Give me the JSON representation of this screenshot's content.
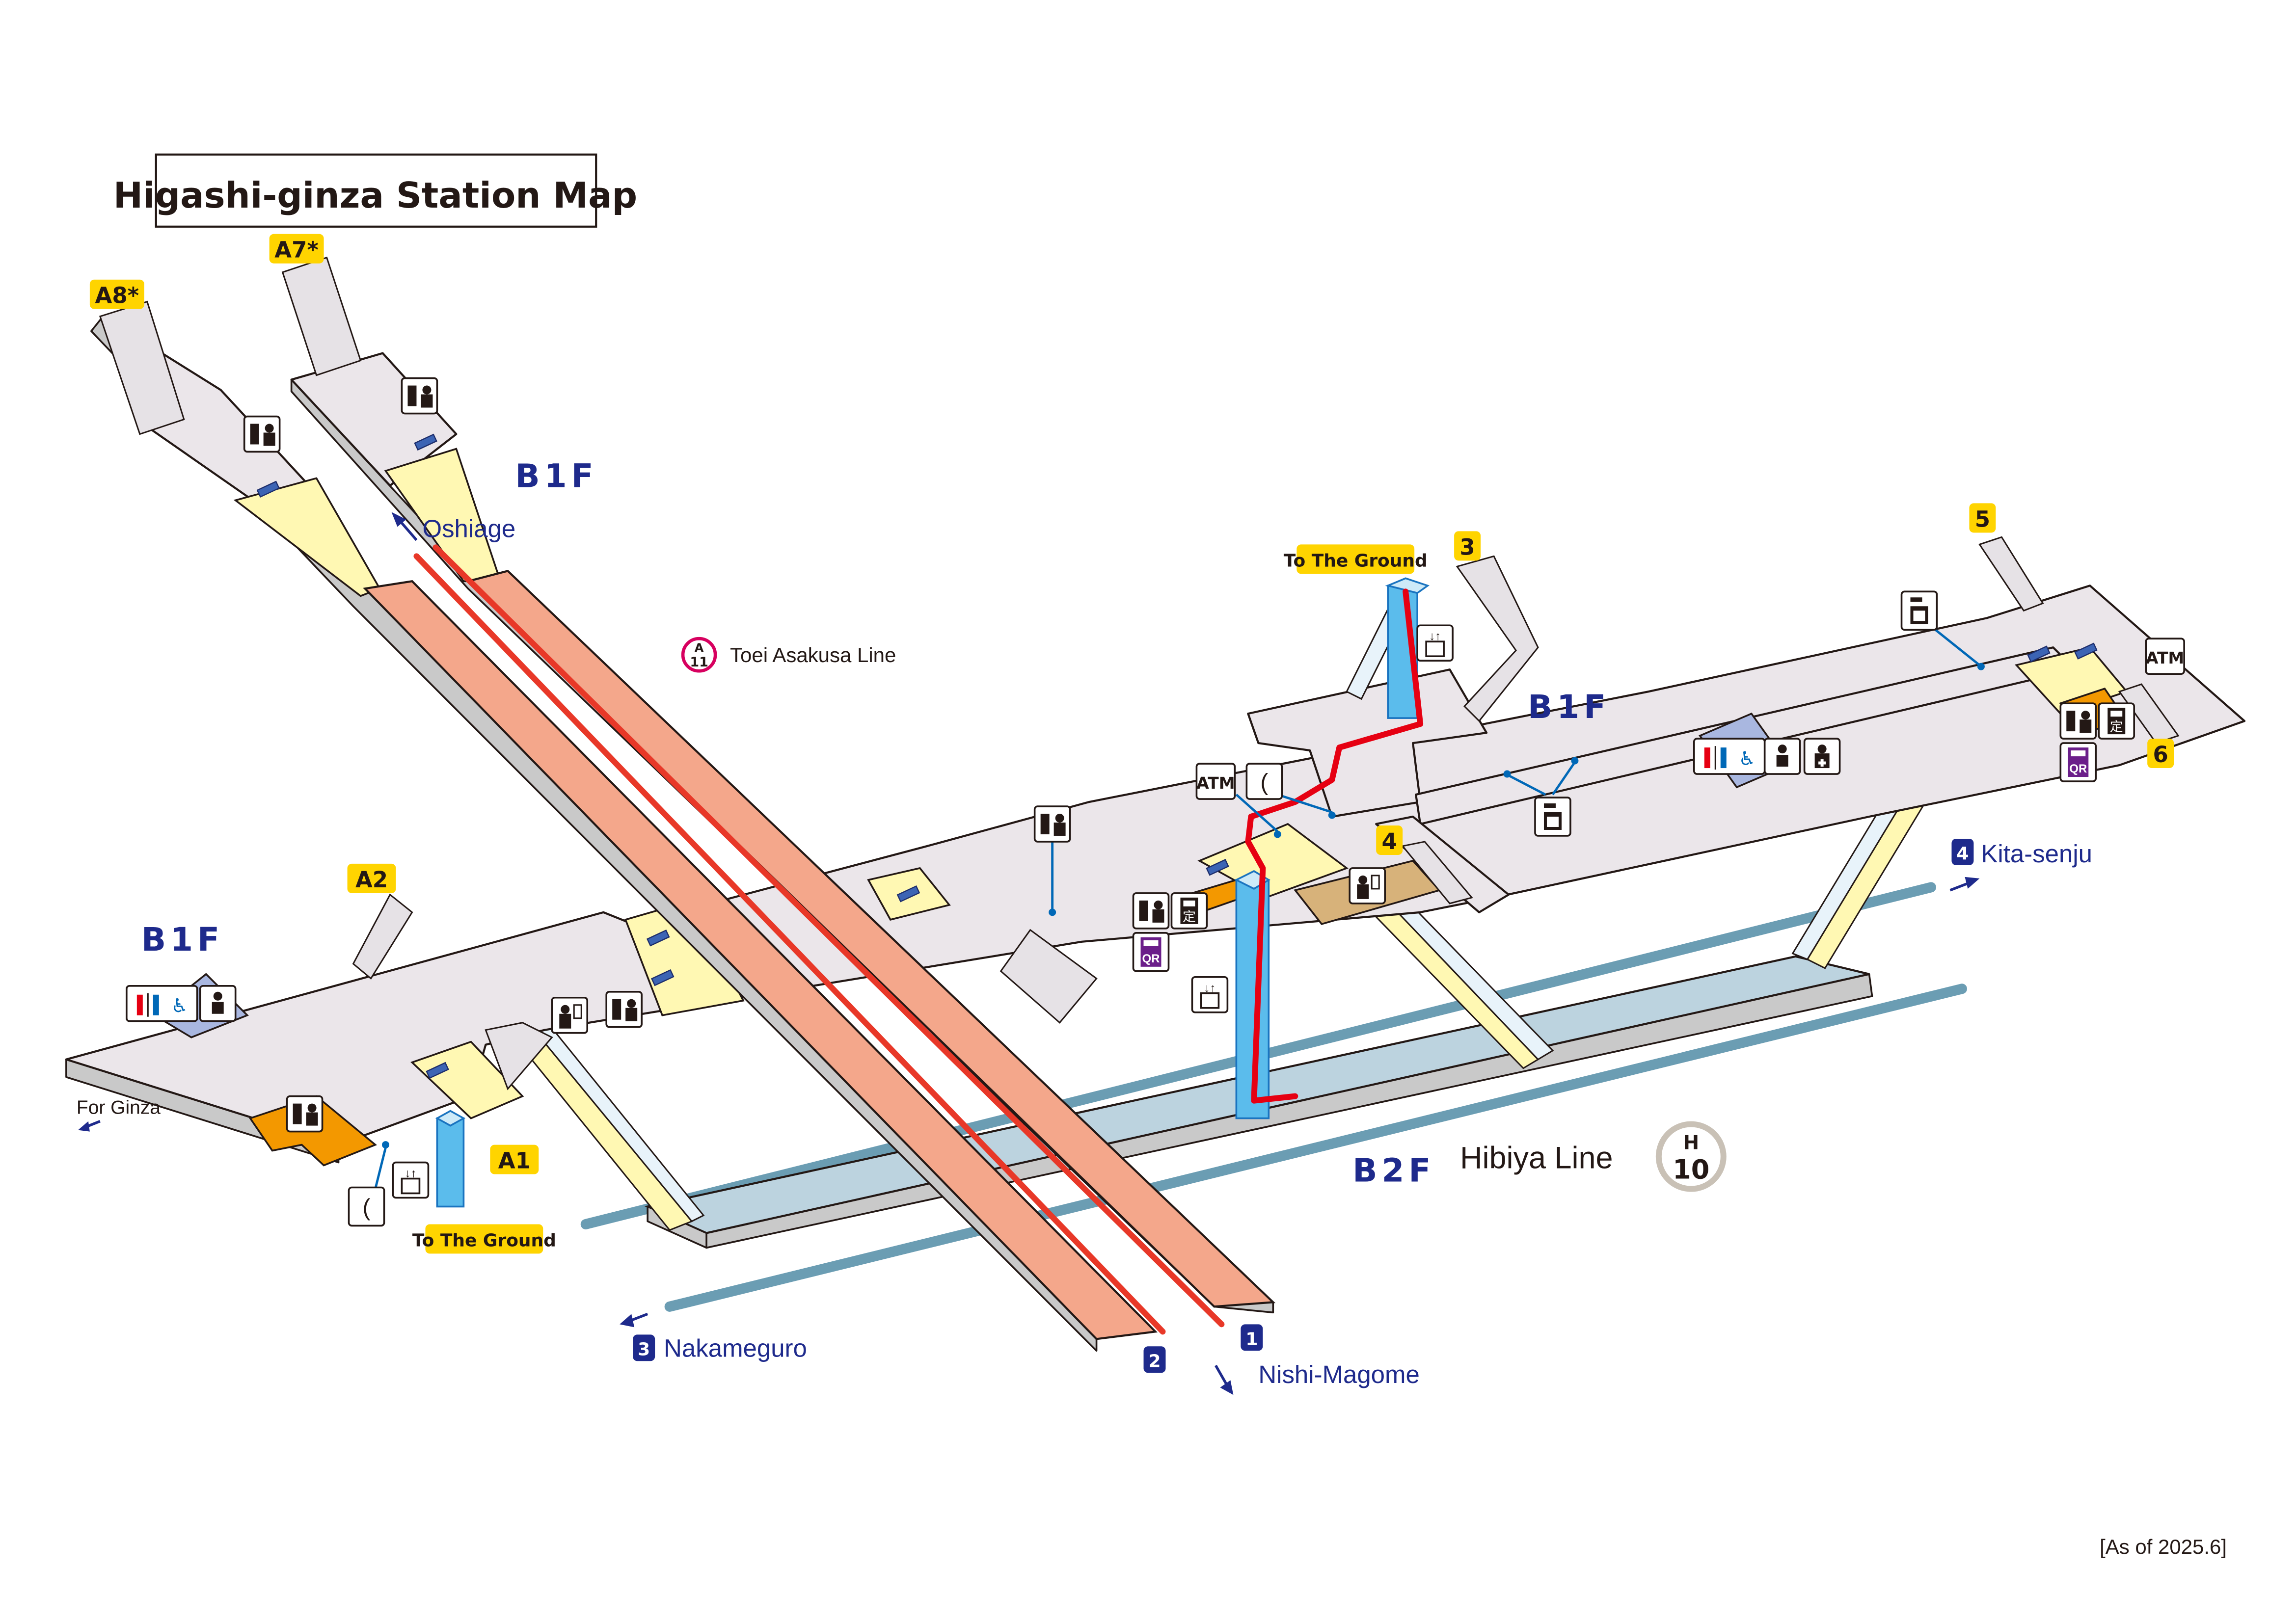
{
  "title": "Higashi-ginza Station Map",
  "as_of": "[As of 2025.6]",
  "floors": {
    "b1f_top": "B1F",
    "b1f_left": "B1F",
    "b1f_right": "B1F",
    "b2f": "B2F"
  },
  "lines": {
    "asakusa": {
      "name": "Toei Asakusa Line",
      "letter": "A",
      "number": "11",
      "color": "#d7005f"
    },
    "hibiya": {
      "name": "Hibiya Line",
      "letter": "H",
      "number": "10",
      "color": "#c9c1b6"
    }
  },
  "exits": {
    "a8": "A8*",
    "a7": "A7*",
    "a2": "A2",
    "a1": "A1",
    "e3": "3",
    "e4": "4",
    "e5": "5",
    "e6": "6",
    "to_ground_a1": "To The Ground",
    "to_ground_3": "To The Ground"
  },
  "destinations": {
    "oshiage": "Oshiage",
    "nishi_magome": "Nishi-Magome",
    "nakameguro": "Nakameguro",
    "kita_senju": "Kita-senju",
    "for_ginza": "For Ginza"
  },
  "platform_numbers": {
    "p1": "1",
    "p2": "2",
    "p3": "3",
    "p4": "4"
  },
  "icons": {
    "atm": "ATM",
    "commuter_pass": "定",
    "qr": "QR",
    "telephone": "telephone-icon",
    "elevator": "elevator-icon",
    "restroom": "restroom-icon",
    "baby_care": "baby-care-icon",
    "first_aid": "first-aid-icon",
    "ticket_machine": "ticket-machine-icon",
    "station_office": "station-office-icon",
    "coin_locker": "coin-locker-icon"
  },
  "colors": {
    "floor_label": "#1e2a8c",
    "exit_tag": "#ffd400",
    "accessible_route": "#e60012",
    "asakusa_platform": "#f4a78b",
    "hibiya_platform": "#bcd3df",
    "concourse": "#ebe6ea",
    "paid_area": "#fff8b3"
  }
}
